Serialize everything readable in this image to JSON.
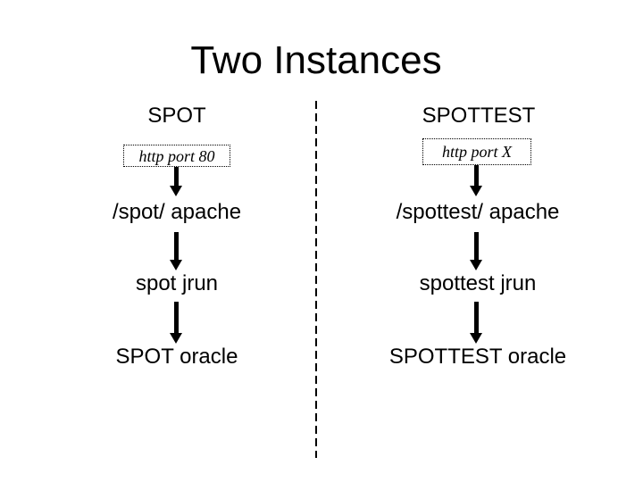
{
  "slide": {
    "title": "Two Instances"
  },
  "columns": [
    {
      "id": "spot",
      "header": "SPOT",
      "port_box_label": "http port 80",
      "tiers": [
        "/spot/ apache",
        "spot jrun",
        "SPOT oracle"
      ]
    },
    {
      "id": "spottest",
      "header": "SPOTTEST",
      "port_box_label": "http port X",
      "tiers": [
        "/spottest/ apache",
        "spottest jrun",
        "SPOTTEST oracle"
      ]
    }
  ],
  "colors": {
    "background": "#ffffff",
    "text": "#000000",
    "arrow": "#000000",
    "divider": "#000000",
    "port_box_border": "#000000"
  }
}
